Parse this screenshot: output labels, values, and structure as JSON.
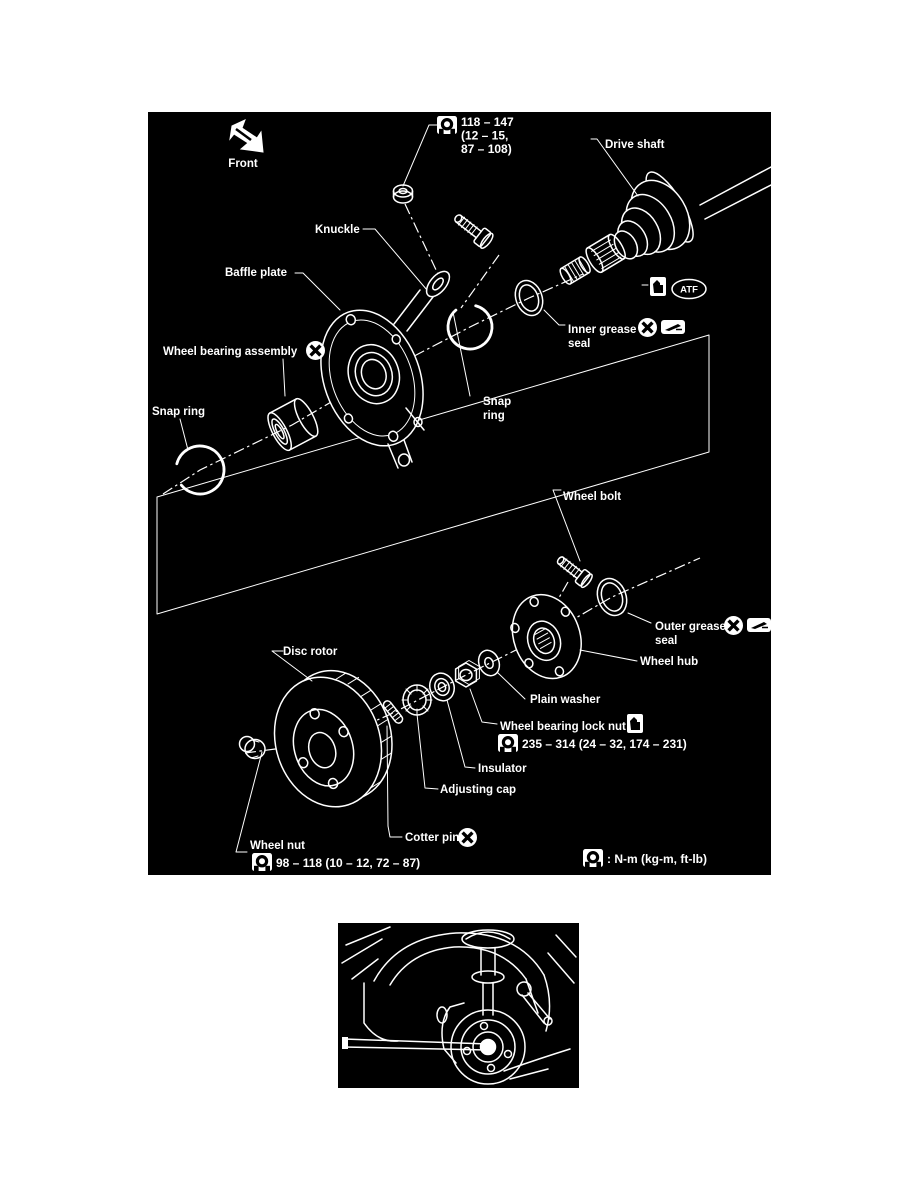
{
  "figure": {
    "bg": "#000000",
    "ink": "#ffffff",
    "front": "Front",
    "atf": "ATF",
    "labels": {
      "drive_shaft": "Drive shaft",
      "knuckle": "Knuckle",
      "baffle_plate": "Baffle plate",
      "wheel_bearing_assembly": "Wheel bearing assembly",
      "snap_ring_left": "Snap ring",
      "snap_ring_right_line1": "Snap",
      "snap_ring_right_line2": "ring",
      "inner_grease_seal_line1": "Inner grease",
      "inner_grease_seal_line2": "seal",
      "wheel_bolt": "Wheel bolt",
      "outer_grease_seal_line1": "Outer grease",
      "outer_grease_seal_line2": "seal",
      "wheel_hub": "Wheel hub",
      "plain_washer": "Plain washer",
      "wheel_bearing_lock_nut": "Wheel bearing lock nut",
      "insulator": "Insulator",
      "adjusting_cap": "Adjusting cap",
      "cotter_pin": "Cotter pin",
      "disc_rotor": "Disc rotor",
      "wheel_nut": "Wheel nut"
    },
    "torques": {
      "knuckle_nut_line1": "118 – 147",
      "knuckle_nut_line2": "(12 – 15,",
      "knuckle_nut_line3": "87 – 108)",
      "wheel_bearing_lock_nut": "235 – 314 (24 – 32, 174 – 231)",
      "wheel_nut": "98 – 118 (10 – 12, 72 – 87)"
    },
    "legend": ": N-m (kg-m, ft-lb)"
  }
}
